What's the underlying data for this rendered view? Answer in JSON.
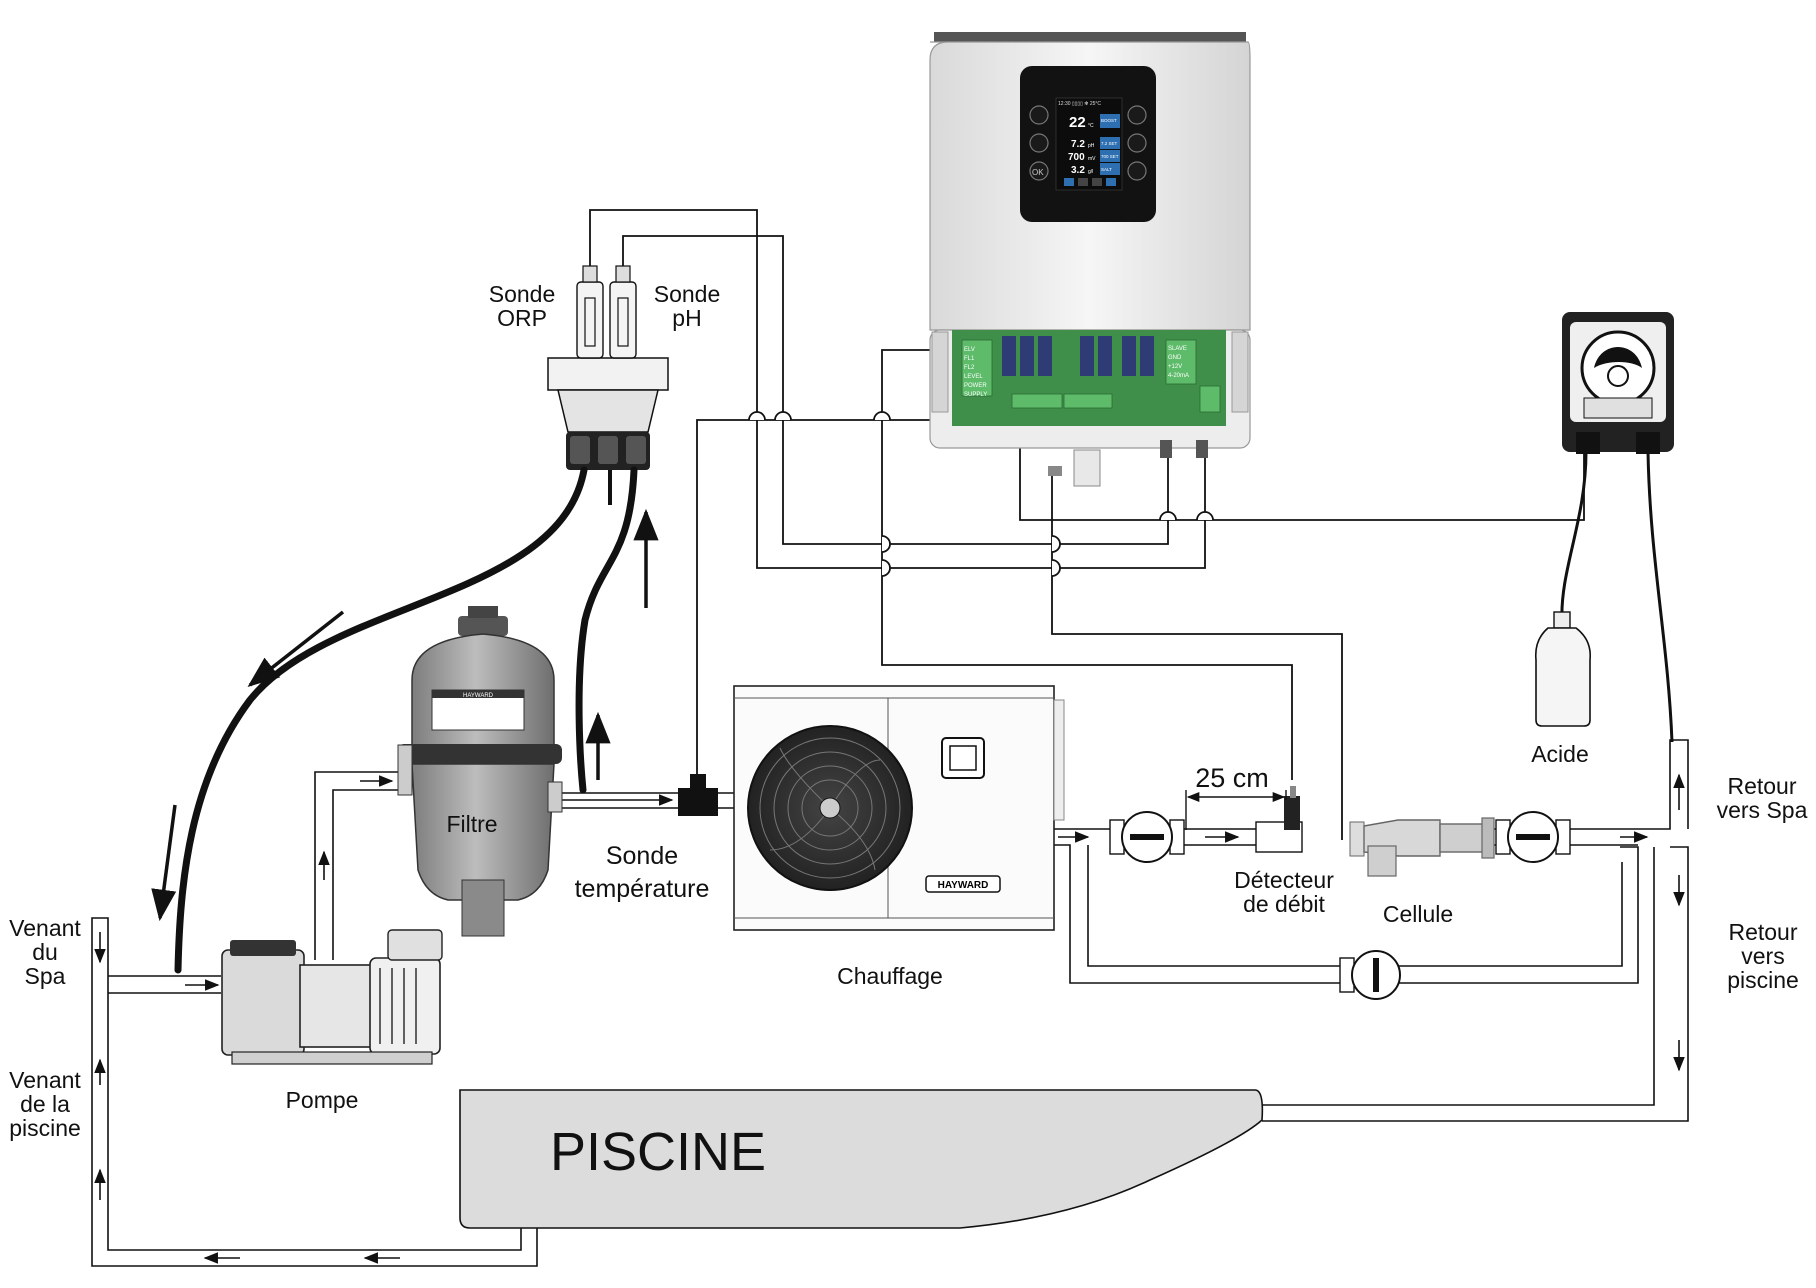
{
  "controller": {
    "screen": {
      "status_line": "12:30 ▯▯▯▯ ✻ 25°C",
      "rows": [
        {
          "value": "22",
          "unit": "°C",
          "tag": "BOOST"
        },
        {
          "value": "7.2",
          "unit": "pH",
          "tag": "7.2 SET"
        },
        {
          "value": "700",
          "unit": "mV",
          "tag": "700 SET"
        },
        {
          "value": "3.2",
          "unit": "g/l",
          "tag": "SALT"
        }
      ],
      "button_labels": [
        "OK"
      ]
    },
    "board_terminals": [
      "ELV",
      "FL1",
      "FL2",
      "LEVEL",
      "POWER",
      "SUPPLY",
      "SLAVE",
      "GND",
      "+12V",
      "4-20mA"
    ]
  },
  "filter_brand": "HAYWARD",
  "heater_brand": "HAYWARD",
  "labels": {
    "sonde_orp": [
      "Sonde",
      "ORP"
    ],
    "sonde_ph": [
      "Sonde",
      "pH"
    ],
    "filtre": "Filtre",
    "sonde_temperature": [
      "Sonde",
      "température"
    ],
    "distance": "25 cm",
    "detecteur_debit": [
      "Détecteur",
      "de débit"
    ],
    "cellule": "Cellule",
    "chauffage": "Chauffage",
    "acide": "Acide",
    "retour_spa": [
      "Retour",
      "vers Spa"
    ],
    "retour_piscine": [
      "Retour",
      "vers",
      "piscine"
    ],
    "venant_spa": [
      "Venant",
      "du",
      "Spa"
    ],
    "venant_piscine": [
      "Venant",
      "de la",
      "piscine"
    ],
    "pompe": "Pompe",
    "piscine": "PISCINE"
  },
  "colors": {
    "line": "#111111",
    "controller_body": "#eeeeee",
    "board_green": "#3f8f4a",
    "relay_blue": "#2f3b75",
    "screen_blue": "#2d6fb0",
    "pool_fill": "#dcdcdc",
    "filter_gray": "#9a9a9a"
  }
}
